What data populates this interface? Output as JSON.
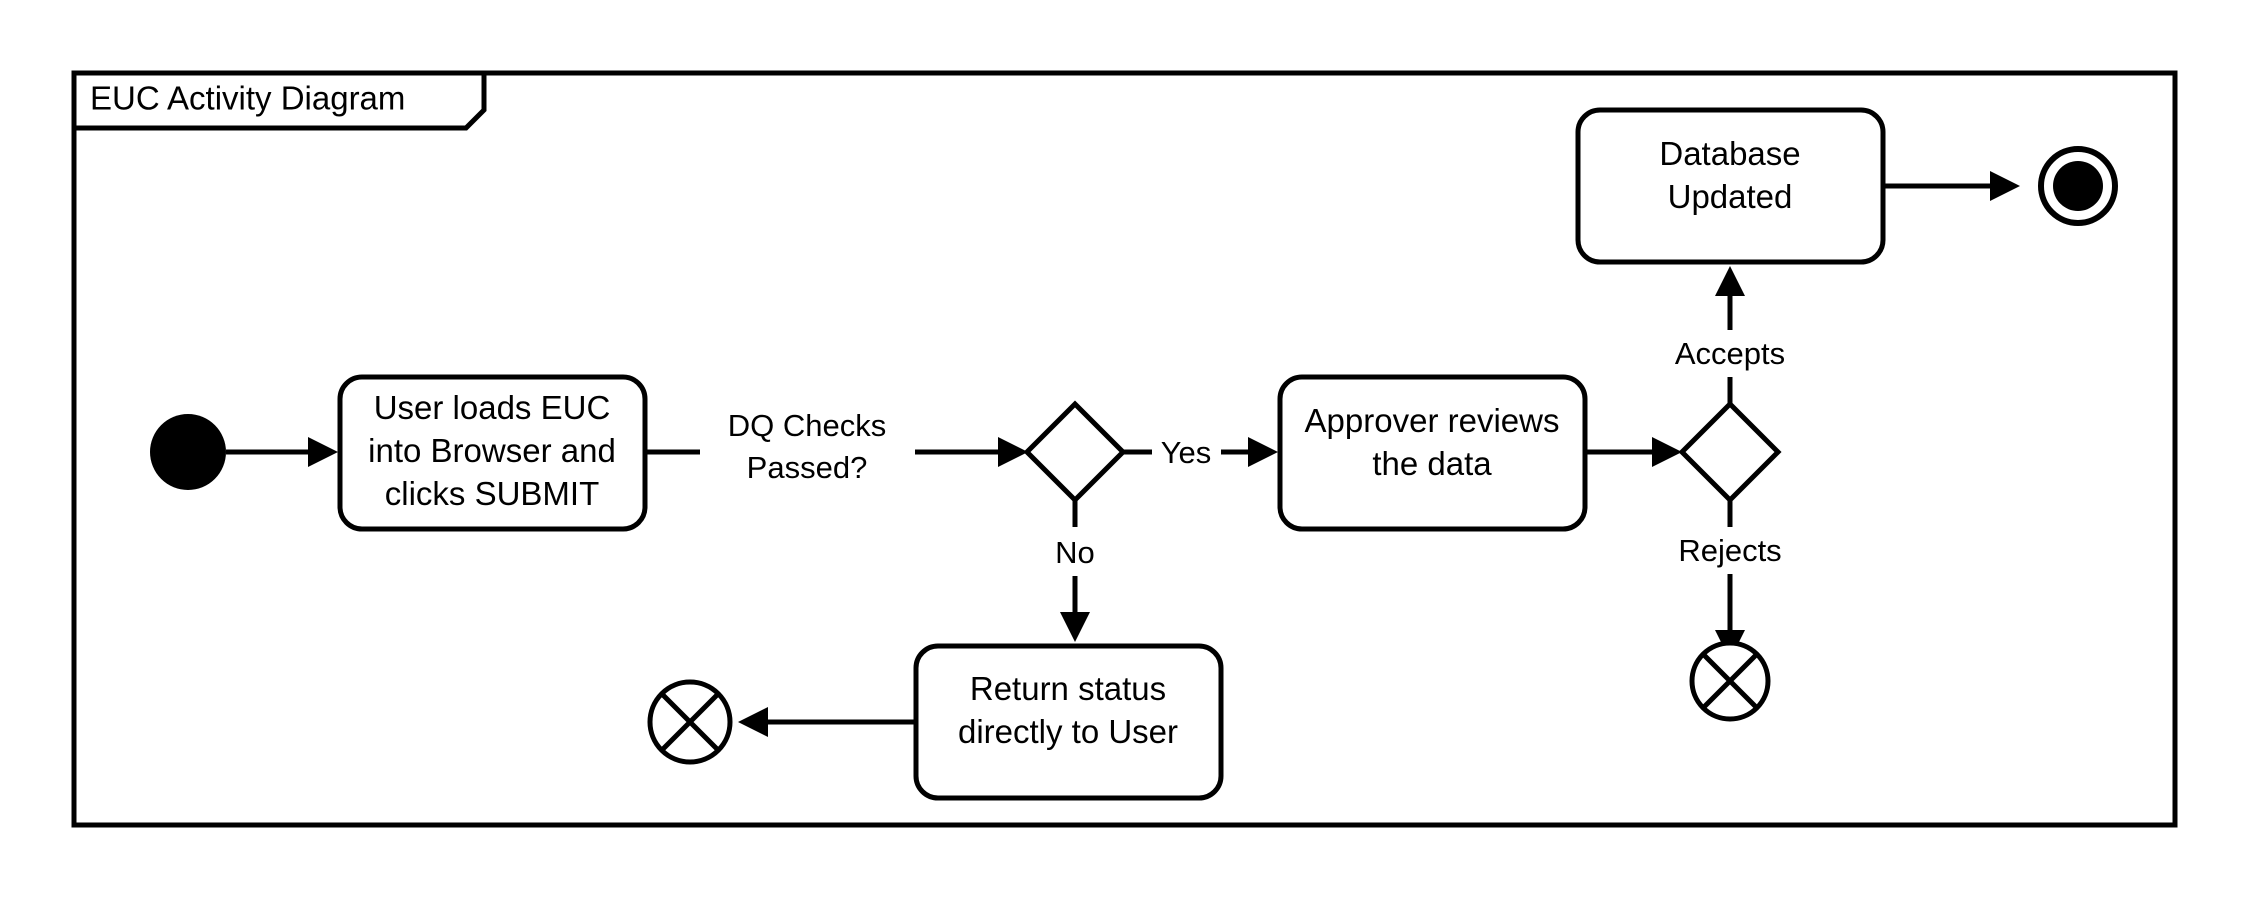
{
  "diagram": {
    "title": "EUC Activity Diagram",
    "type": "uml-activity-diagram",
    "colors": {
      "stroke": "#000000",
      "fill": "#ffffff",
      "background": "#ffffff"
    },
    "nodes": [
      {
        "id": "initial",
        "kind": "initial-node",
        "label": ""
      },
      {
        "id": "load-euc",
        "kind": "action",
        "label_lines": [
          "User loads EUC",
          "into Browser and",
          "clicks SUBMIT"
        ]
      },
      {
        "id": "dq-decision",
        "kind": "decision",
        "label": ""
      },
      {
        "id": "return-status",
        "kind": "action",
        "label_lines": [
          "Return status",
          "directly to User"
        ]
      },
      {
        "id": "flow-final-user",
        "kind": "flow-final-node",
        "label": ""
      },
      {
        "id": "approver-review",
        "kind": "action",
        "label_lines": [
          "Approver reviews",
          "the data"
        ]
      },
      {
        "id": "approval-decision",
        "kind": "decision",
        "label": ""
      },
      {
        "id": "database-updated",
        "kind": "action",
        "label_lines": [
          "Database",
          "Updated"
        ]
      },
      {
        "id": "flow-final-reject",
        "kind": "flow-final-node",
        "label": ""
      },
      {
        "id": "activity-final",
        "kind": "activity-final-node",
        "label": ""
      }
    ],
    "edges": [
      {
        "id": "e1",
        "from": "initial",
        "to": "load-euc",
        "label": ""
      },
      {
        "id": "e2",
        "from": "load-euc",
        "to": "dq-decision",
        "label_lines": [
          "DQ Checks",
          "Passed?"
        ]
      },
      {
        "id": "e3",
        "from": "dq-decision",
        "to": "approver-review",
        "label": "Yes"
      },
      {
        "id": "e4",
        "from": "dq-decision",
        "to": "return-status",
        "label": "No"
      },
      {
        "id": "e5",
        "from": "return-status",
        "to": "flow-final-user",
        "label": ""
      },
      {
        "id": "e6",
        "from": "approver-review",
        "to": "approval-decision",
        "label": ""
      },
      {
        "id": "e7",
        "from": "approval-decision",
        "to": "database-updated",
        "label": "Accepts"
      },
      {
        "id": "e8",
        "from": "approval-decision",
        "to": "flow-final-reject",
        "label": "Rejects"
      },
      {
        "id": "e9",
        "from": "database-updated",
        "to": "activity-final",
        "label": ""
      }
    ],
    "labels": {
      "action_load_l1": "User loads EUC",
      "action_load_l2": "into Browser and",
      "action_load_l3": "clicks SUBMIT",
      "edge_dq_l1": "DQ Checks",
      "edge_dq_l2": "Passed?",
      "edge_yes": "Yes",
      "edge_no": "No",
      "action_return_l1": "Return status",
      "action_return_l2": "directly to User",
      "action_approver_l1": "Approver reviews",
      "action_approver_l2": "the data",
      "edge_accepts": "Accepts",
      "edge_rejects": "Rejects",
      "action_db_l1": "Database",
      "action_db_l2": "Updated"
    }
  }
}
